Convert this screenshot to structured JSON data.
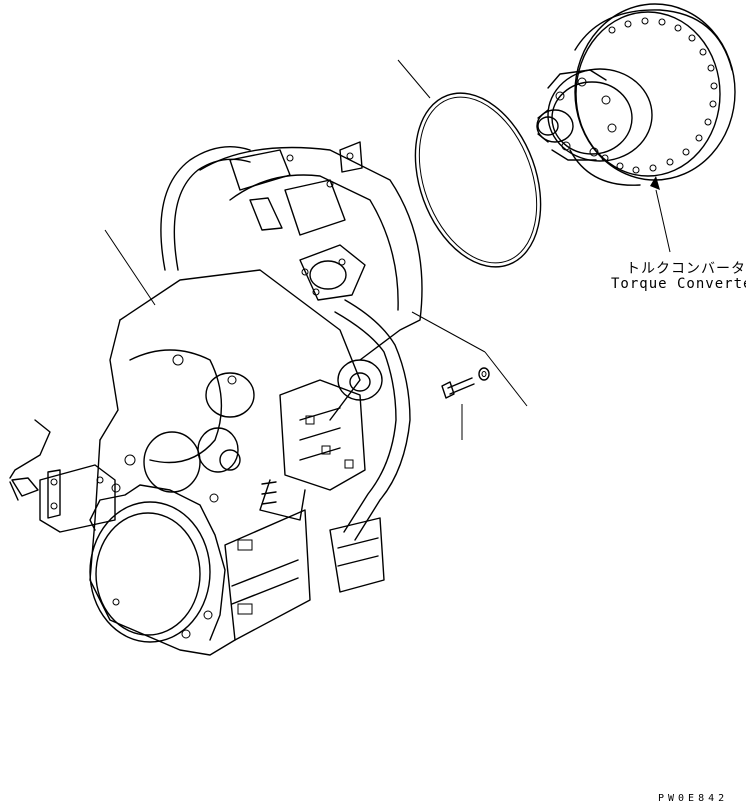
{
  "callouts": {
    "torque_converter_jp": "トルクコンバータ",
    "torque_converter_en": "Torque Converter"
  },
  "drawing_code": "PW0E842"
}
